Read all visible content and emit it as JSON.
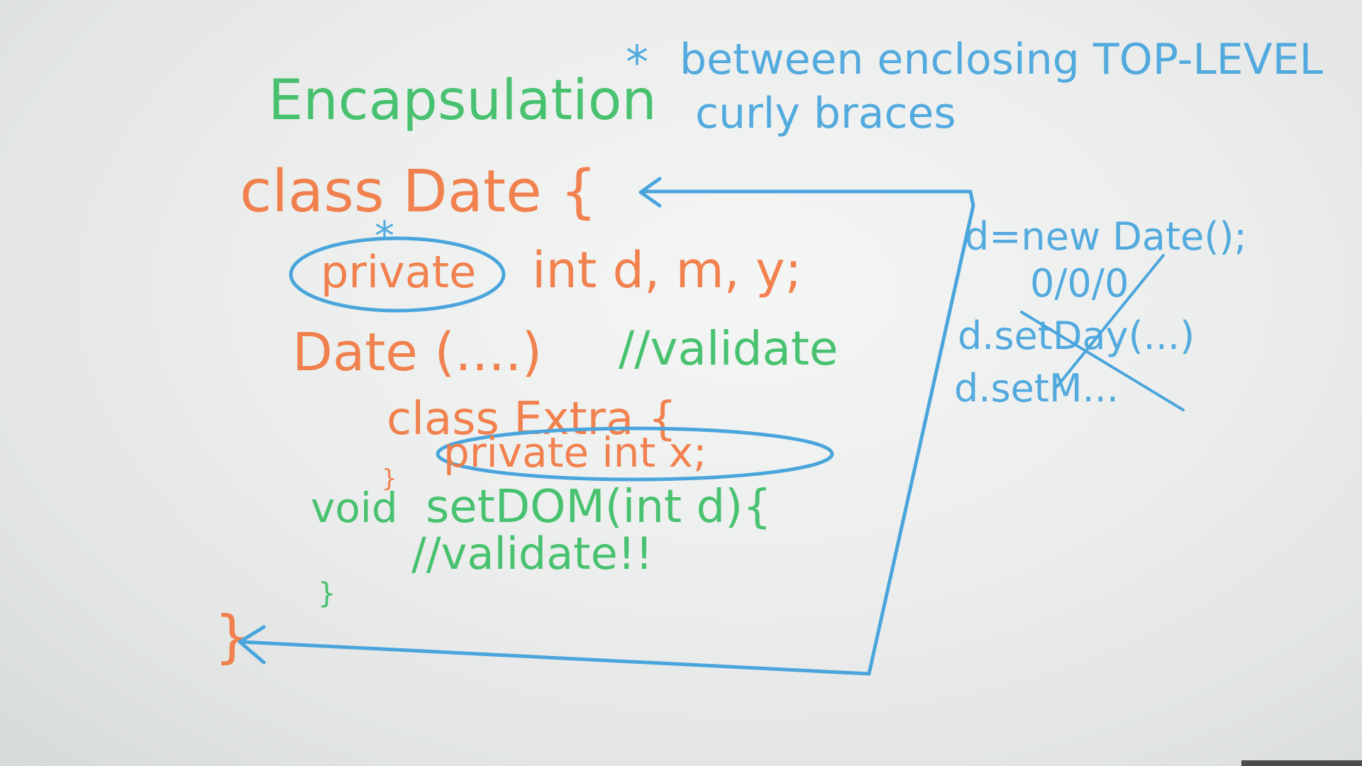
{
  "board": {
    "title": "Encapsulation",
    "note": {
      "star": "*",
      "line1": "between enclosing TOP-LEVEL",
      "line2": "curly braces"
    },
    "code": {
      "class_decl": "class Date {",
      "private_keyword": "private",
      "fields_rest": "int d, m, y;",
      "constructor": "Date (....)",
      "constructor_comment": "//validate",
      "inner_class": "class Extra {",
      "inner_field": "private int x;",
      "inner_close": "}",
      "method_void": "void",
      "method_signature": "setDOM(int d){",
      "method_comment": "//validate!!",
      "method_close": "}",
      "class_close": "}"
    },
    "side": {
      "new_date": "d=new Date();",
      "default_value": "0/0/0",
      "set_day": "d.setDay(...)",
      "set_month": "d.setM..."
    },
    "colors": {
      "board": "#eceeed",
      "green_marker": "#3fbf68",
      "orange_marker": "#f07a45",
      "blue_marker": "#4aa5dc"
    }
  }
}
